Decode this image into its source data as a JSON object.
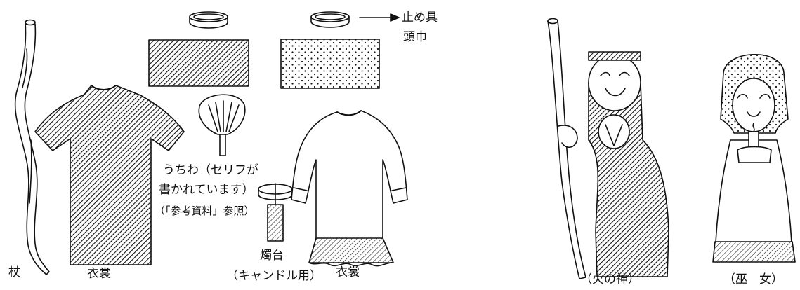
{
  "labels": {
    "staff": "杖",
    "robe_left": "衣裳",
    "uchiwa_line1": "うちわ（セリフが",
    "uchiwa_line2": "書かれています）",
    "uchiwa_line3": "（「参考資料」参照）",
    "fastener": "止め具",
    "headscarf": "頭巾",
    "candlestick": "燭台",
    "candlestick_note": "（キャンドル用）",
    "robe_right": "衣裳",
    "fire_god": "（火の神）",
    "shrine_maiden": "（巫　女）"
  },
  "colors": {
    "ink": "#111111",
    "paper": "#ffffff"
  }
}
